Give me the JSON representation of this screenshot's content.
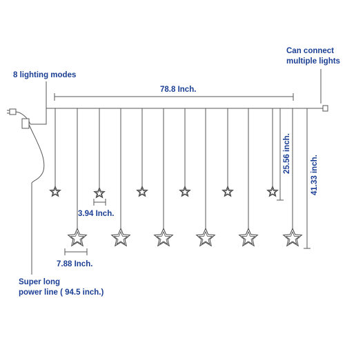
{
  "annotations": {
    "lighting_modes": "8 lighting modes",
    "can_connect_line1": "Can connect",
    "can_connect_line2": "multiple lights",
    "power_line_line1": "Super long",
    "power_line_line2": "power line ( 94.5 inch.)"
  },
  "dimensions": {
    "total_width": "78.8 Inch.",
    "short_drop": "25.56 inch.",
    "long_drop": "41.33 inch.",
    "small_star": "3.94 Inch.",
    "large_star": "7.88 Inch."
  },
  "colors": {
    "line": "#555555",
    "label": "#1b3f94",
    "star": "#444444"
  }
}
